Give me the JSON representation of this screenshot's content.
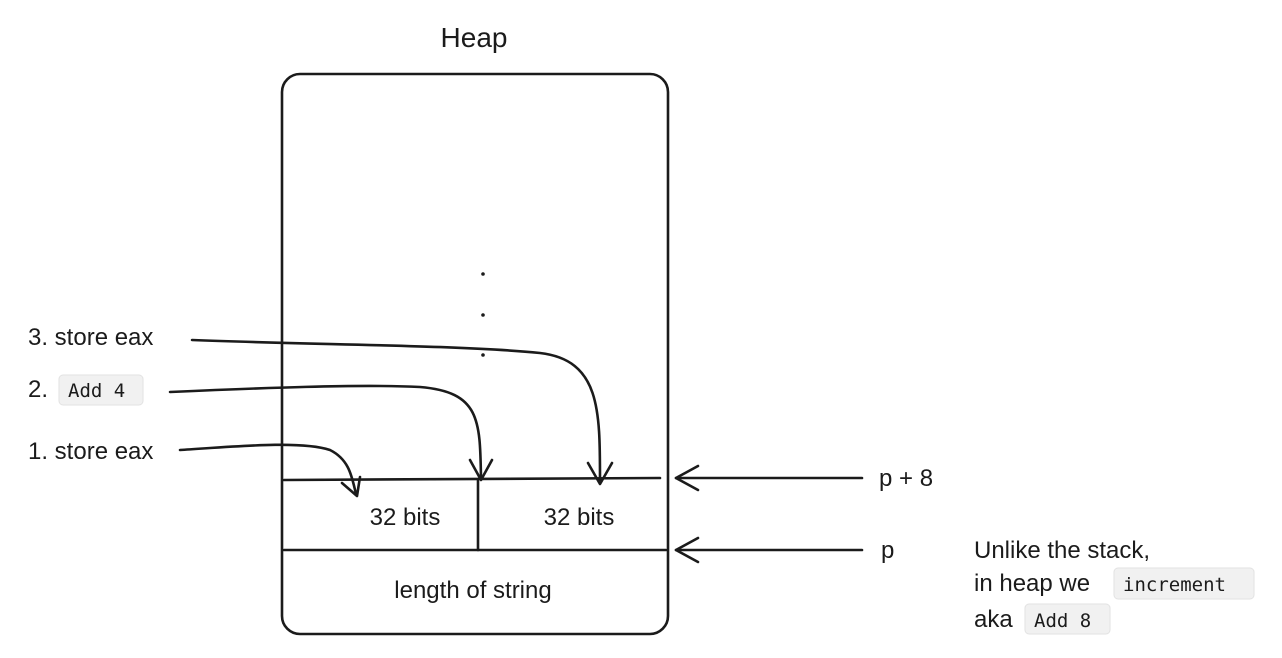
{
  "heap_title": "Heap",
  "ellipsis_dots": 3,
  "cells": {
    "left": "32 bits",
    "right": "32 bits",
    "bottom": "length of string"
  },
  "steps": {
    "step3": "3. store eax",
    "step2_prefix": "2.",
    "step2_code": "Add 4",
    "step1": "1. store eax"
  },
  "pointers": {
    "upper": "p + 8",
    "lower": "p"
  },
  "note": {
    "line1": "Unlike the stack,",
    "line2_prefix": "in heap we",
    "line2_code": "increment",
    "line3_prefix": "aka",
    "line3_code": "Add 8"
  }
}
